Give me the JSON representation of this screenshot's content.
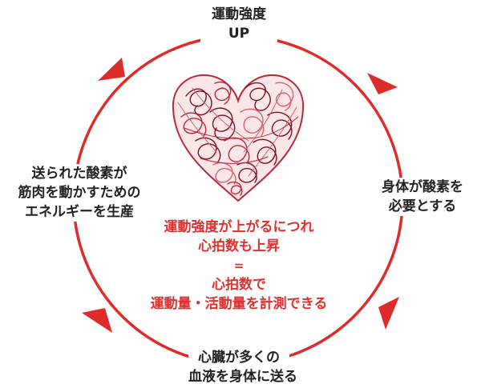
{
  "colors": {
    "cycle": "#e02b2b",
    "heart_dark": "#7a1020",
    "heart_mid": "#b8283a",
    "heart_light": "#d8606c",
    "label_text": "#222222",
    "center_text": "#e0312f"
  },
  "cycle_steps": [
    {
      "lines": [
        "運動強度",
        "UP"
      ]
    },
    {
      "lines": [
        "身体が酸素を",
        "必要とする"
      ]
    },
    {
      "lines": [
        "心臓が多くの",
        "血液を身体に送る"
      ]
    },
    {
      "lines": [
        "送られた酸素が",
        "筋肉を動かすための",
        "エネルギーを生産"
      ]
    }
  ],
  "center": {
    "lines": [
      "運動強度が上がるにつれ",
      "心拍数も上昇",
      "=",
      "心拍数で",
      "運動量・活動量を計測できる"
    ]
  },
  "heart_image": "scribbled-heart"
}
